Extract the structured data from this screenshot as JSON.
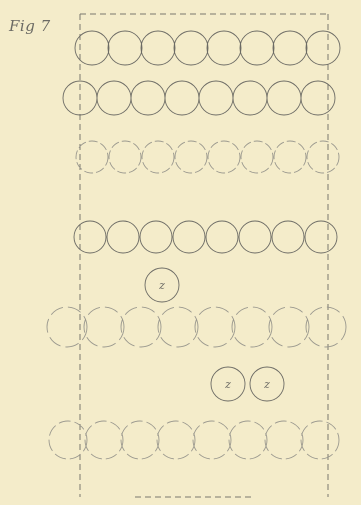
{
  "figure": {
    "label": "Fig 7",
    "marker_letter": "z"
  },
  "colors": {
    "paper": "#f4ecca",
    "ink": "#6b6a64",
    "ink_light": "#9a988e"
  },
  "rows": [
    {
      "name": "row-1",
      "cells": 8
    },
    {
      "name": "row-2",
      "cells": 8
    },
    {
      "name": "row-3",
      "cells": 8
    },
    {
      "name": "row-4",
      "cells": 8
    },
    {
      "name": "row-5",
      "cells": 8
    },
    {
      "name": "row-6",
      "cells": 8
    }
  ],
  "loose_cells": [
    {
      "name": "z-cell-1",
      "label": "z"
    },
    {
      "name": "z-cell-2",
      "label": "z"
    },
    {
      "name": "z-cell-3",
      "label": "z"
    }
  ]
}
